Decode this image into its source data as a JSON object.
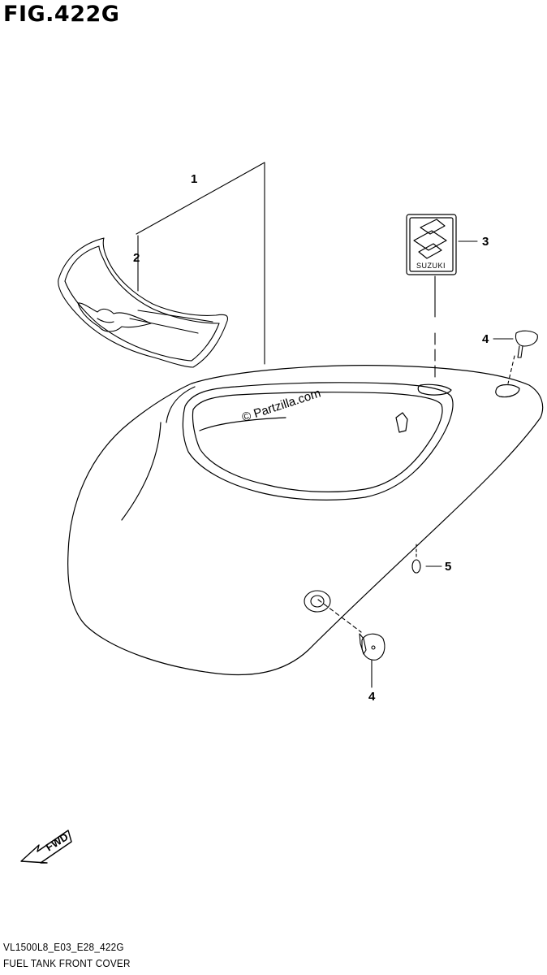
{
  "figure": {
    "title": "FIG.422G"
  },
  "callouts": [
    {
      "id": "1",
      "label": "1"
    },
    {
      "id": "2",
      "label": "2"
    },
    {
      "id": "3",
      "label": "3"
    },
    {
      "id": "4",
      "label": "4"
    },
    {
      "id": "4b",
      "label": "4"
    },
    {
      "id": "5",
      "label": "5"
    }
  ],
  "emblem": {
    "brand_text": "SUZUKI"
  },
  "watermark": {
    "text": "© Partzilla.com"
  },
  "direction_marker": {
    "text": "FWD"
  },
  "footer": {
    "model_code": "VL1500L8_E03_E28_422G",
    "caption": "FUEL TANK FRONT COVER"
  }
}
